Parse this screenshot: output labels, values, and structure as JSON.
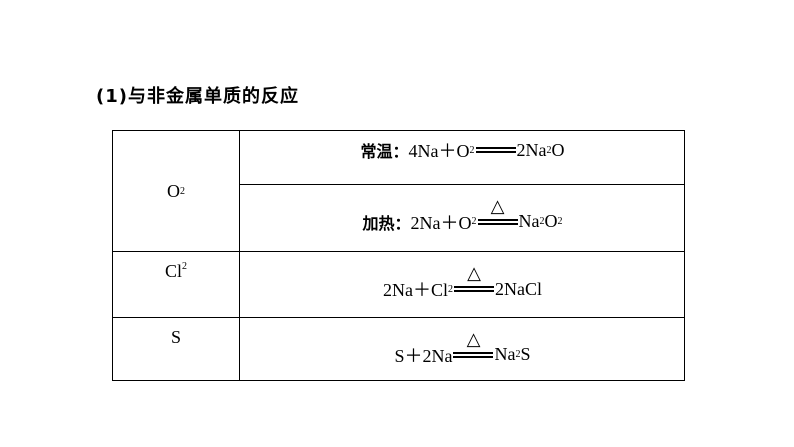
{
  "heading": "(1)与非金属单质的反应",
  "rows": [
    {
      "reactant": "O",
      "reactant_sub": "2"
    },
    {
      "reactant": "Cl",
      "reactant_sub": "2"
    },
    {
      "reactant": "S",
      "reactant_sub": ""
    }
  ],
  "equations": {
    "o2_room": {
      "cond": "常温：",
      "lhs": "4Na＋O",
      "lhs_sub": "2",
      "rhs": "2Na",
      "rhs_sub": "2",
      "rhs_tail": "O",
      "rhs_tail_sub": ""
    },
    "o2_heat": {
      "cond": "加热：",
      "lhs": "2Na＋O",
      "lhs_sub": "2",
      "rhs": "Na",
      "rhs_sub": "2",
      "rhs_tail": "O",
      "rhs_tail_sub": "2",
      "over": "△"
    },
    "cl2": {
      "lhs": "2Na＋Cl",
      "lhs_sub": "2",
      "rhs": "2NaCl",
      "over": "△"
    },
    "s": {
      "lhs": "S＋2Na",
      "rhs": "Na",
      "rhs_sub": "2",
      "rhs_tail": "S",
      "over": "△"
    }
  }
}
